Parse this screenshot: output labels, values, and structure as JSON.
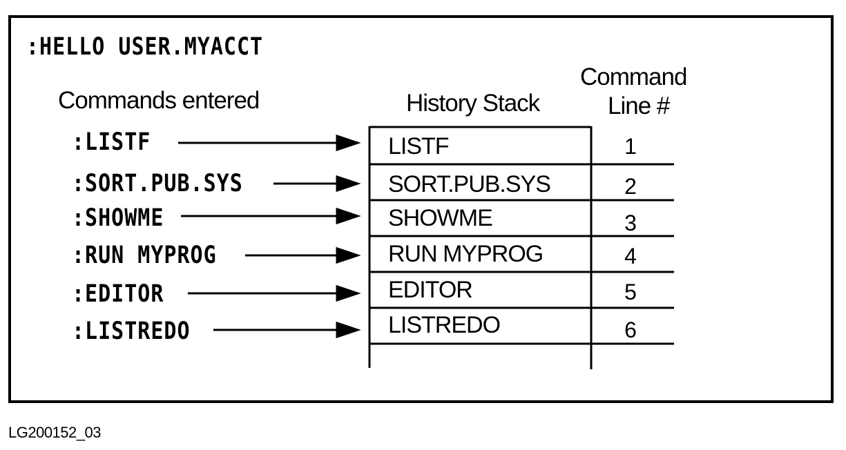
{
  "login_command": ":HELLO USER.MYACCT",
  "headers": {
    "commands_entered": "Commands entered",
    "history_stack": "History Stack",
    "command_line_1": "Command",
    "command_line_2": "Line #"
  },
  "commands": [
    ":LISTF",
    ":SORT.PUB.SYS",
    ":SHOWME",
    ":RUN MYPROG",
    ":EDITOR",
    ":LISTREDO"
  ],
  "stack": [
    "LISTF",
    "SORT.PUB.SYS",
    "SHOWME",
    "RUN MYPROG",
    "EDITOR",
    "LISTREDO"
  ],
  "line_numbers": [
    "1",
    "2",
    "3",
    "4",
    "5",
    "6"
  ],
  "caption": "LG200152_03"
}
